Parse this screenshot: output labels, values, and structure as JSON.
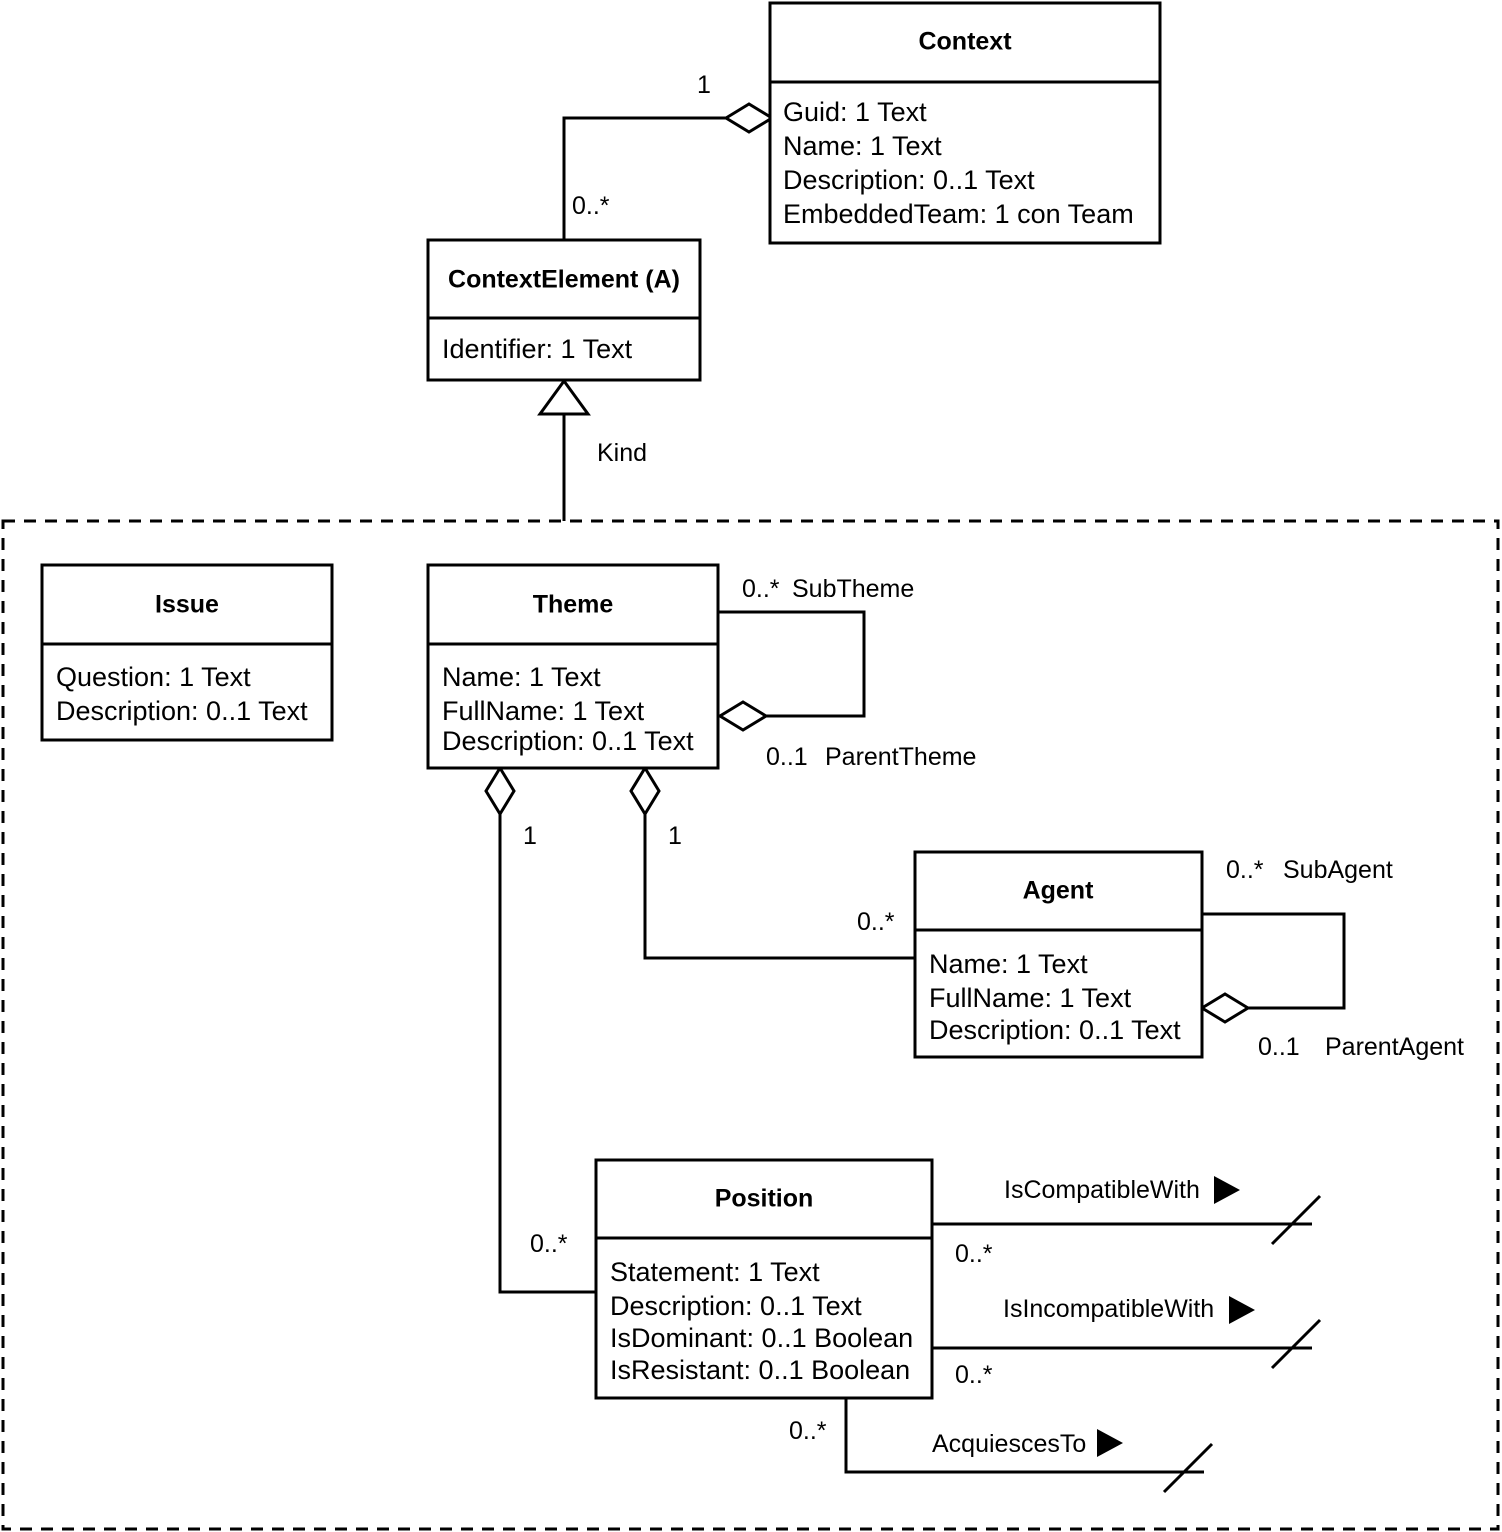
{
  "diagram": {
    "title": "Context model UML class diagram",
    "stroke_color": "#000000",
    "background_color": "#ffffff",
    "package_frame_label": ""
  },
  "classes": {
    "context": {
      "name": "Context",
      "attributes": [
        "Guid: 1 Text",
        "Name: 1 Text",
        "Description: 0..1 Text",
        "EmbeddedTeam: 1 con Team"
      ]
    },
    "context_element": {
      "name": "ContextElement (A)",
      "attributes": [
        "Identifier: 1 Text"
      ]
    },
    "issue": {
      "name": "Issue",
      "attributes": [
        "Question: 1 Text",
        "Description: 0..1 Text"
      ]
    },
    "theme": {
      "name": "Theme",
      "attributes": [
        "Name: 1 Text",
        "FullName: 1 Text",
        "Description: 0..1 Text"
      ]
    },
    "agent": {
      "name": "Agent",
      "attributes": [
        "Name: 1 Text",
        "FullName: 1 Text",
        "Description: 0..1 Text"
      ]
    },
    "position": {
      "name": "Position",
      "attributes": [
        "Statement: 1 Text",
        "Description: 0..1 Text",
        "IsDominant: 0..1 Boolean",
        "IsResistant: 0..1 Boolean"
      ]
    }
  },
  "labels": {
    "context_mult": "1",
    "context_element_mult": "0..*",
    "kind": "Kind",
    "subtheme_mult": "0..*",
    "subtheme_role": "SubTheme",
    "parenttheme_mult": "0..1",
    "parenttheme_role": "ParentTheme",
    "theme_agent_mult": "1",
    "theme_position_mult": "1",
    "agent_mult": "0..*",
    "subagent_mult": "0..*",
    "subagent_role": "SubAgent",
    "parentagent_mult": "0..1",
    "parentagent_role": "ParentAgent",
    "position_mult": "0..*",
    "iscompatiblewith": "IsCompatibleWith",
    "iscompatiblewith_mult": "0..*",
    "isincompatiblewith": "IsIncompatibleWith",
    "isincompatiblewith_mult": "0..*",
    "acquiescesto": "AcquiescesTo",
    "acquiescesto_mult": "0..*"
  }
}
